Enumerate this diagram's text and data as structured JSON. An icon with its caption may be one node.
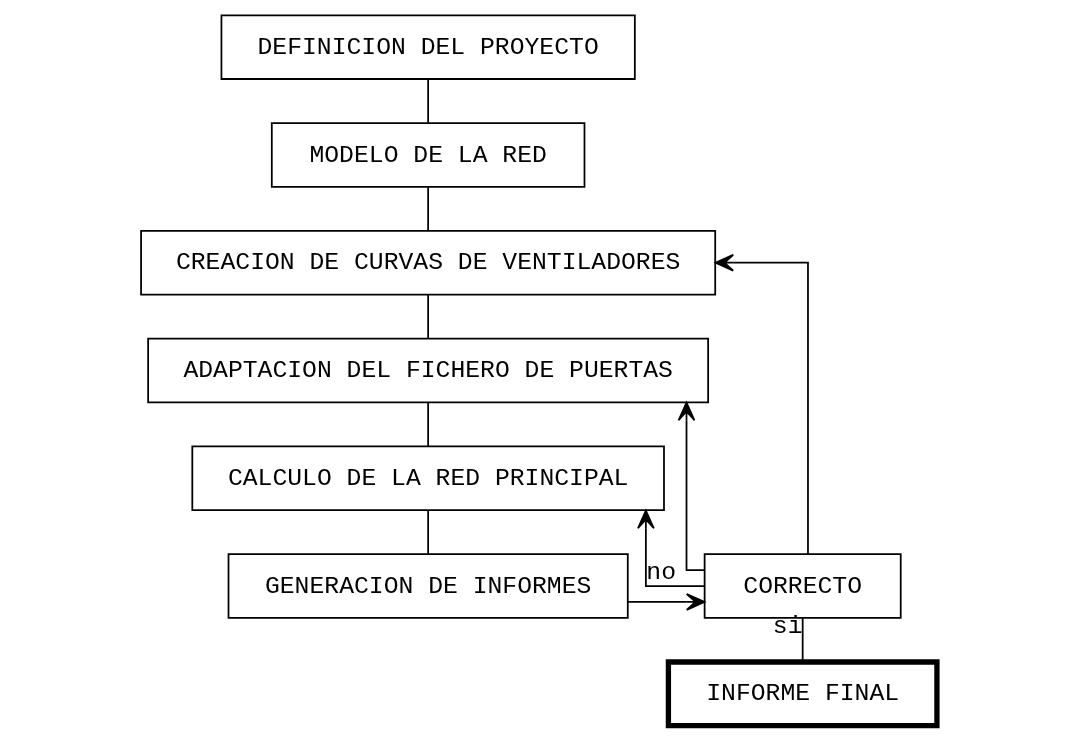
{
  "diagram": {
    "nodes": [
      {
        "text": [
          "DEFINICION DEL PROYECTO"
        ]
      },
      {
        "text": [
          "MODELO DE LA RED"
        ]
      },
      {
        "text": [
          "CREACION DE CURVAS DE VENTILADORES"
        ]
      },
      {
        "text": [
          "ADAPTACION DEL FICHERO DE PUERTAS"
        ]
      },
      {
        "text": [
          "CALCULO DE LA RED PRINCIPAL"
        ]
      },
      {
        "text": [
          "GENERACION DE INFORMES"
        ]
      },
      {
        "text": [
          "CORRECTO"
        ]
      },
      {
        "text": [
          "INFORME FINAL"
        ]
      }
    ],
    "edges": [
      {
        "from": 0,
        "to": 1,
        "arrow": "none"
      },
      {
        "from": 1,
        "to": 2,
        "arrow": "none"
      },
      {
        "from": 2,
        "to": 3,
        "arrow": "none"
      },
      {
        "from": 3,
        "to": 4,
        "arrow": "none"
      },
      {
        "from": 4,
        "to": 5,
        "arrow": "none"
      },
      {
        "from": 5,
        "to": 6,
        "arrow": "to"
      },
      {
        "from": 6,
        "to": 2,
        "arrow": "to"
      },
      {
        "from": 6,
        "to": 3,
        "arrow": "to"
      },
      {
        "from": 6,
        "to": 4,
        "arrow": "to",
        "label": "no"
      },
      {
        "from": 6,
        "to": 7,
        "arrow": "none",
        "label": "si"
      }
    ]
  }
}
